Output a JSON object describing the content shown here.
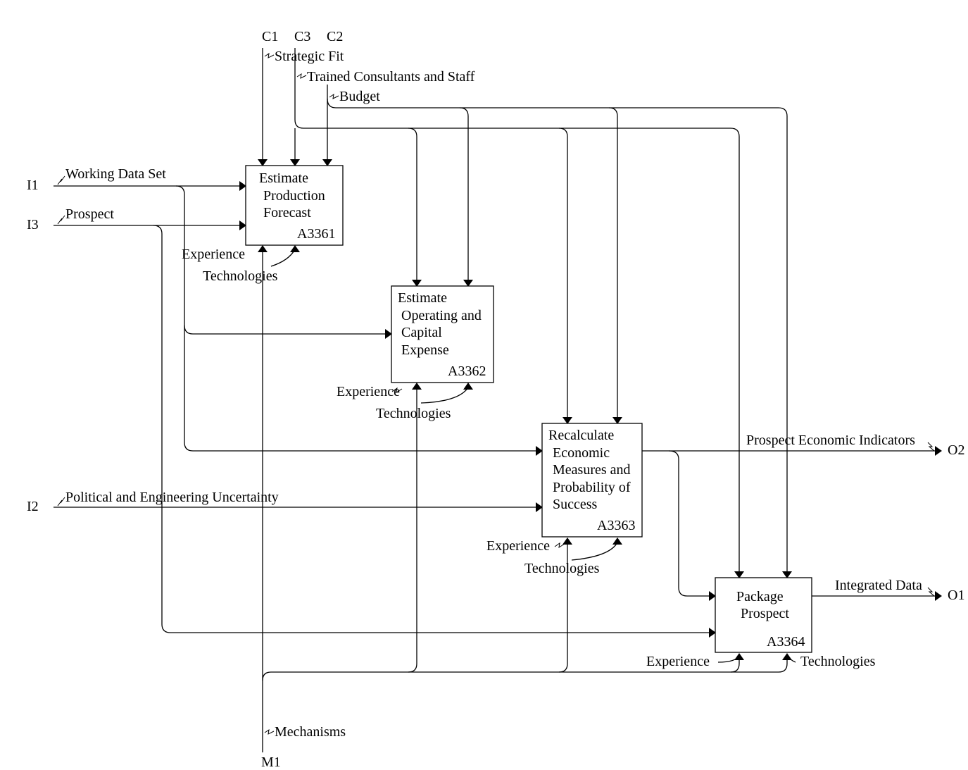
{
  "boundary": {
    "controls": [
      {
        "id": "C1",
        "label": "Strategic Fit"
      },
      {
        "id": "C3",
        "label": "Trained Consultants and Staff"
      },
      {
        "id": "C2",
        "label": "Budget"
      }
    ],
    "inputs": [
      {
        "id": "I1",
        "label": "Working Data Set"
      },
      {
        "id": "I3",
        "label": "Prospect"
      },
      {
        "id": "I2",
        "label": "Political and Engineering Uncertainty"
      }
    ],
    "outputs": [
      {
        "id": "O2",
        "label": "Prospect Economic Indicators"
      },
      {
        "id": "O1",
        "label": "Integrated Data"
      }
    ],
    "mechanisms": [
      {
        "id": "M1",
        "label": "Mechanisms"
      }
    ]
  },
  "activities": [
    {
      "code": "A3361",
      "lines": [
        "Estimate",
        "Production",
        "Forecast"
      ],
      "mechanisms": [
        "Experience",
        "Technologies"
      ]
    },
    {
      "code": "A3362",
      "lines": [
        "Estimate",
        "Operating and",
        "Capital",
        "Expense"
      ],
      "mechanisms": [
        "Experience",
        "Technologies"
      ]
    },
    {
      "code": "A3363",
      "lines": [
        "Recalculate",
        "Economic",
        "Measures and",
        "Probability of",
        "Success"
      ],
      "mechanisms": [
        "Experience",
        "Technologies"
      ]
    },
    {
      "code": "A3364",
      "lines": [
        "Package",
        "Prospect"
      ],
      "mechanisms": [
        "Experience",
        "Technologies"
      ]
    }
  ]
}
